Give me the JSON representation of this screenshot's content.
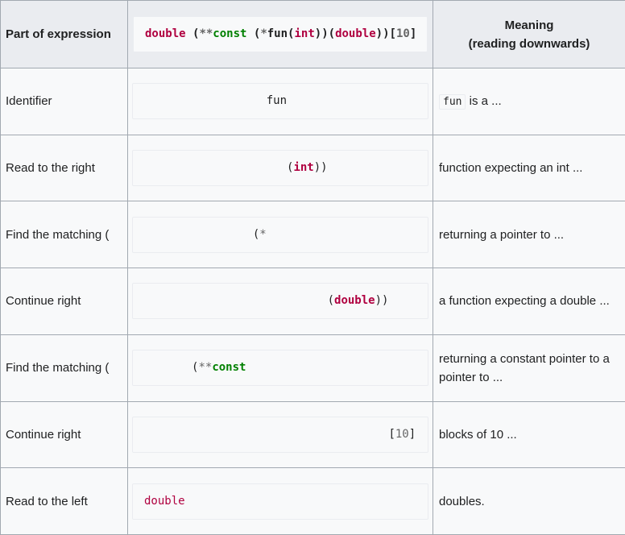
{
  "colors": {
    "header_bg": "#eaecf0",
    "row_bg": "#f8f9fa",
    "cell_border": "#a2a9b1",
    "codebox_border": "#eaecf0",
    "type_keyword": "#B00040",
    "const_keyword": "#008000",
    "muted_operator_number": "#666666",
    "text": "#202122"
  },
  "table": {
    "header": {
      "part_label": "Part of expression",
      "meaning_line1": "Meaning",
      "meaning_line2": "(reading downwards)",
      "pad": 0,
      "code": [
        {
          "t": "double",
          "s": "type"
        },
        {
          "t": " (",
          "s": "plain"
        },
        {
          "t": "**",
          "s": "op"
        },
        {
          "t": "const",
          "s": "kw"
        },
        {
          "t": " (",
          "s": "plain"
        },
        {
          "t": "*",
          "s": "op"
        },
        {
          "t": "fun",
          "s": "plain"
        },
        {
          "t": "(",
          "s": "plain"
        },
        {
          "t": "int",
          "s": "type"
        },
        {
          "t": "))(",
          "s": "plain"
        },
        {
          "t": "double",
          "s": "type"
        },
        {
          "t": "))[",
          "s": "plain"
        },
        {
          "t": "10",
          "s": "num"
        },
        {
          "t": "]",
          "s": "plain"
        }
      ]
    },
    "rows": [
      {
        "label": "Identifier",
        "pad": 18,
        "code": [
          {
            "t": "fun",
            "s": "plain"
          }
        ],
        "meaning": [
          {
            "t": "fun",
            "code": true
          },
          {
            "t": " is a ...",
            "code": false
          }
        ]
      },
      {
        "label": "Read to the right",
        "pad": 21,
        "code": [
          {
            "t": "(",
            "s": "plain"
          },
          {
            "t": "int",
            "s": "type-b"
          },
          {
            "t": "))",
            "s": "plain"
          }
        ],
        "meaning": [
          {
            "t": "function expecting an int ...",
            "code": false
          }
        ]
      },
      {
        "label": "Find the matching (",
        "pad": 16,
        "code": [
          {
            "t": "(",
            "s": "plain"
          },
          {
            "t": "*",
            "s": "op"
          }
        ],
        "meaning": [
          {
            "t": "returning a pointer to ...",
            "code": false
          }
        ]
      },
      {
        "label": "Continue right",
        "pad": 27,
        "code": [
          {
            "t": "(",
            "s": "plain"
          },
          {
            "t": "double",
            "s": "type-b"
          },
          {
            "t": "))",
            "s": "plain"
          }
        ],
        "meaning": [
          {
            "t": "a function expecting a double ...",
            "code": false
          }
        ]
      },
      {
        "label": "Find the matching (",
        "pad": 7,
        "code": [
          {
            "t": "(",
            "s": "plain"
          },
          {
            "t": "**",
            "s": "op"
          },
          {
            "t": "const",
            "s": "kw"
          }
        ],
        "meaning": [
          {
            "t": "returning a constant pointer to a pointer to ...",
            "code": false
          }
        ]
      },
      {
        "label": "Continue right",
        "pad": 36,
        "code": [
          {
            "t": "[",
            "s": "plain"
          },
          {
            "t": "10",
            "s": "num"
          },
          {
            "t": "]",
            "s": "plain"
          }
        ],
        "meaning": [
          {
            "t": "blocks of 10 ...",
            "code": false
          }
        ]
      },
      {
        "label": "Read to the left",
        "pad": 0,
        "code": [
          {
            "t": "double",
            "s": "type-r"
          }
        ],
        "meaning": [
          {
            "t": "doubles.",
            "code": false
          }
        ]
      }
    ]
  }
}
